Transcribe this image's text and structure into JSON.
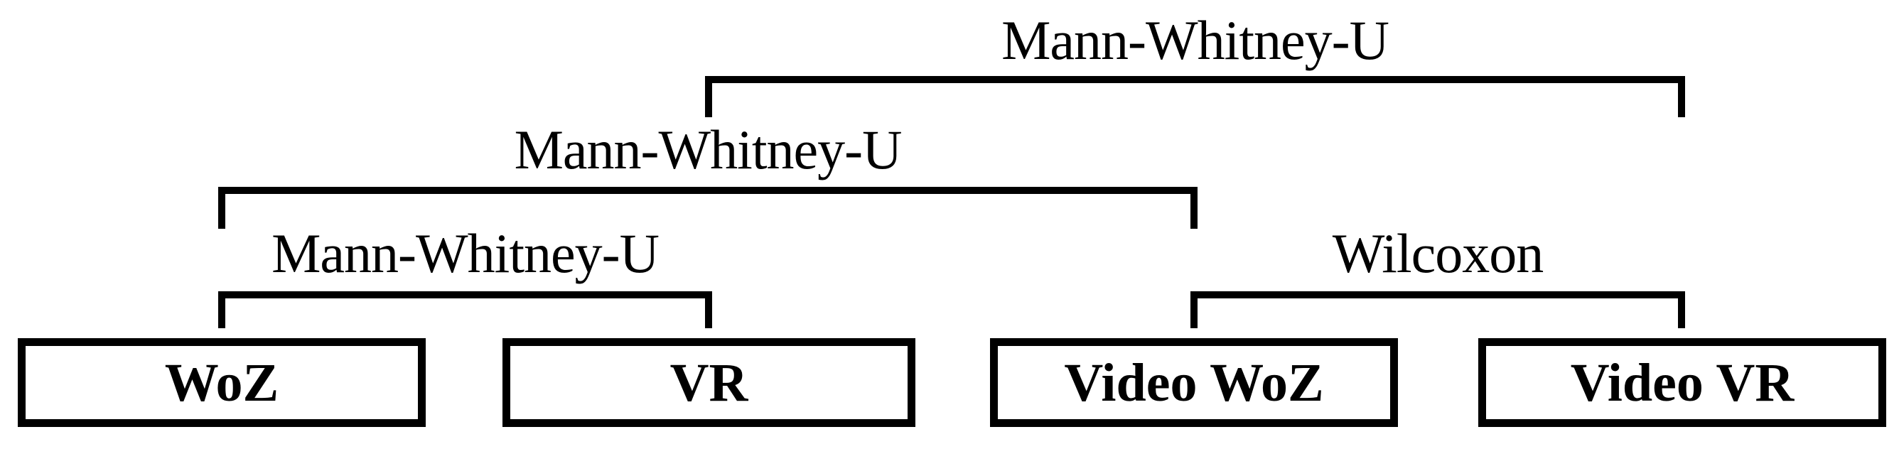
{
  "diagram": {
    "background_color": "#ffffff",
    "line_color": "#000000",
    "boxes": [
      {
        "id": "woz",
        "label": "WoZ"
      },
      {
        "id": "vr",
        "label": "VR"
      },
      {
        "id": "video-woz",
        "label": "Video WoZ"
      },
      {
        "id": "video-vr",
        "label": "Video VR"
      }
    ],
    "brackets": [
      {
        "id": "top",
        "label": "Mann-Whitney-U",
        "connects": [
          "VR",
          "Video VR"
        ]
      },
      {
        "id": "middle",
        "label": "Mann-Whitney-U",
        "connects": [
          "WoZ",
          "Video WoZ"
        ]
      },
      {
        "id": "inner-left",
        "label": "Mann-Whitney-U",
        "connects": [
          "WoZ",
          "VR"
        ]
      },
      {
        "id": "inner-right",
        "label": "Wilcoxon",
        "connects": [
          "Video WoZ",
          "Video VR"
        ]
      }
    ]
  }
}
